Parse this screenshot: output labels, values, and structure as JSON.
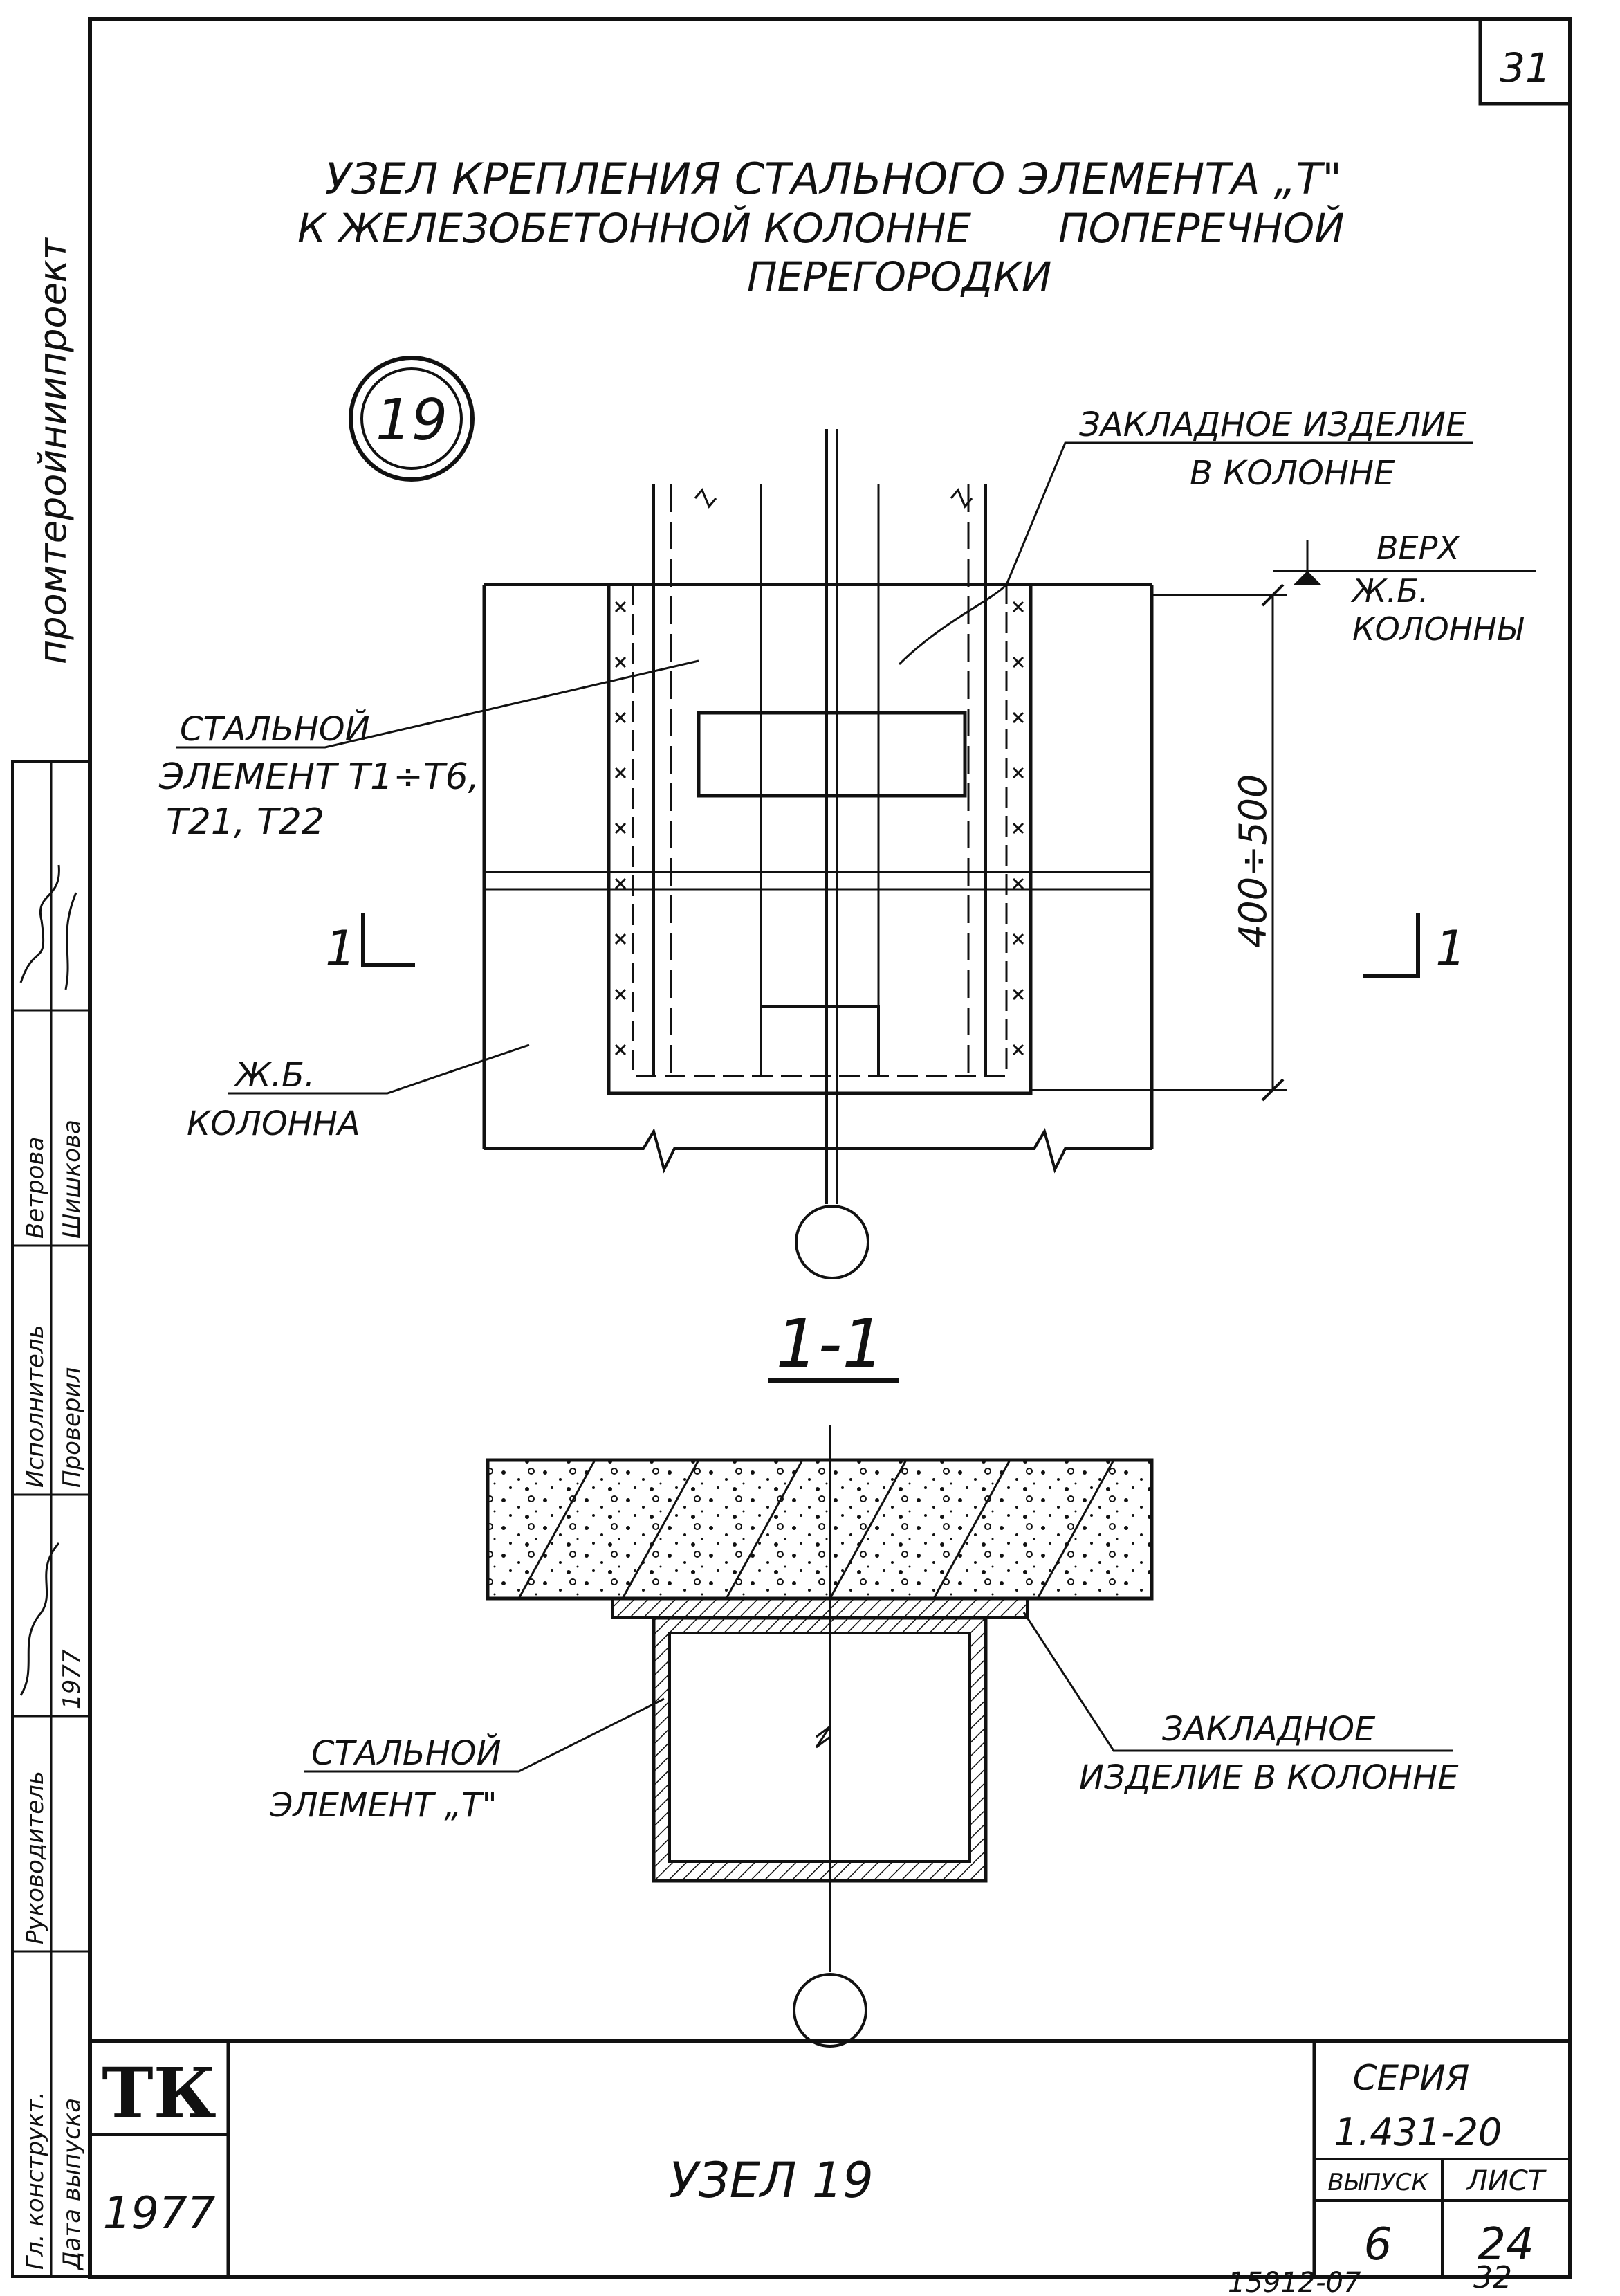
{
  "page_number": "31",
  "title": {
    "line1": "УЗЕЛ КРЕПЛЕНИЯ СТАЛЬНОГО ЭЛЕМЕНТА „Т\"",
    "line2_left": "К ЖЕЛЕЗОБЕТОННОЙ КОЛОННЕ",
    "line2_right": "ПОПЕРЕЧНОЙ",
    "line3": "ПЕРЕГОРОДКИ"
  },
  "node_number": "19",
  "plan_view": {
    "label_embedded_line1": "ЗАКЛАДНОЕ ИЗДЕЛИЕ",
    "label_embedded_line2": "В КОЛОННЕ",
    "label_top_line1": "ВЕРХ",
    "label_top_line2": "Ж.Б.",
    "label_top_line3": "КОЛОННЫ",
    "label_steel_line1": "СТАЛЬНОЙ",
    "label_steel_line2": "ЭЛЕМЕНТ Т1÷Т6,",
    "label_steel_line3": "Т21, Т22",
    "label_column_line1": "Ж.Б.",
    "label_column_line2": "КОЛОННА",
    "dimension": "400÷500",
    "section_mark_left": "1",
    "section_mark_right": "1"
  },
  "section_title": "1-1",
  "section_view": {
    "label_embedded_line1": "ЗАКЛАДНОЕ",
    "label_embedded_line2": "ИЗДЕЛИЕ В КОЛОННЕ",
    "label_steel_line1": "СТАЛЬНОЙ",
    "label_steel_line2": "ЭЛЕМЕНТ „Т\""
  },
  "side_stamp": {
    "org": "промтеройниипроект",
    "cells": [
      "Гл. конструкт.",
      "Руководитель",
      "Исполнитель",
      "Проверил",
      "Дата выпуска",
      "Ветрова",
      "Шишкова",
      "1977"
    ]
  },
  "title_block": {
    "logo": "ТК",
    "year": "1977",
    "name": "УЗЕЛ 19",
    "series_label": "СЕРИЯ",
    "series_value": "1.431-20",
    "issue_label": "ВЫПУСК",
    "sheet_label": "ЛИСТ",
    "issue_value": "6",
    "sheet_value": "24"
  },
  "footer": {
    "order_number": "15912-07",
    "page_total": "32"
  }
}
